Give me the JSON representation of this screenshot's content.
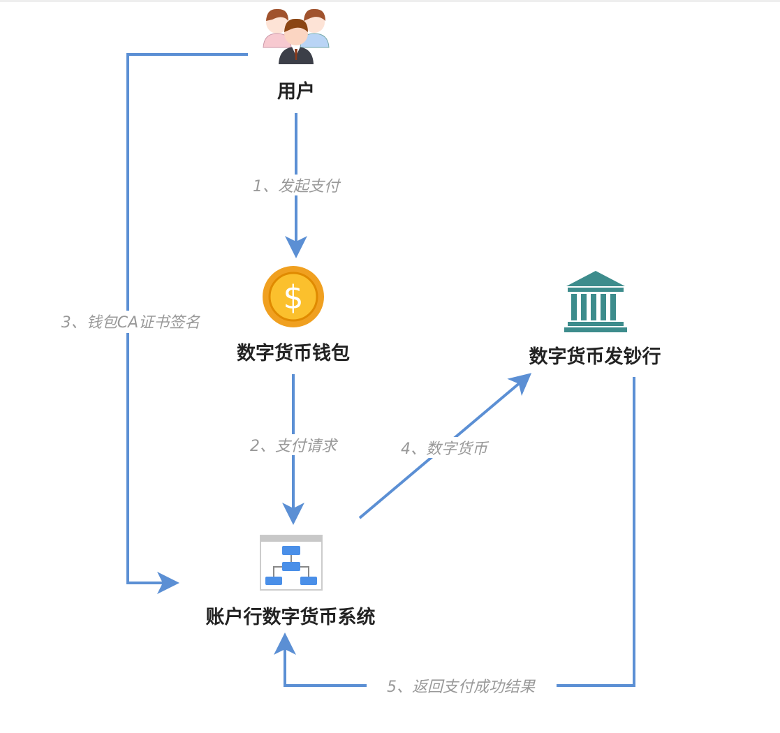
{
  "nodes": {
    "user": {
      "label": "用户",
      "icon": "users-icon"
    },
    "wallet": {
      "label": "数字货币钱包",
      "icon": "dollar-coin-icon"
    },
    "issuer": {
      "label": "数字货币发钞行",
      "icon": "bank-icon"
    },
    "system": {
      "label": "账户行数字货币系统",
      "icon": "hierarchy-icon"
    }
  },
  "edges": {
    "e1": "1、发起支付",
    "e2": "2、支付请求",
    "e3": "3、钱包CA证书签名",
    "e4": "4、数字货币",
    "e5": "5、返回支付成功结果"
  },
  "colors": {
    "arrow": "#5b8fd4",
    "coin": "#f5a623",
    "bank": "#3d8c8c"
  }
}
